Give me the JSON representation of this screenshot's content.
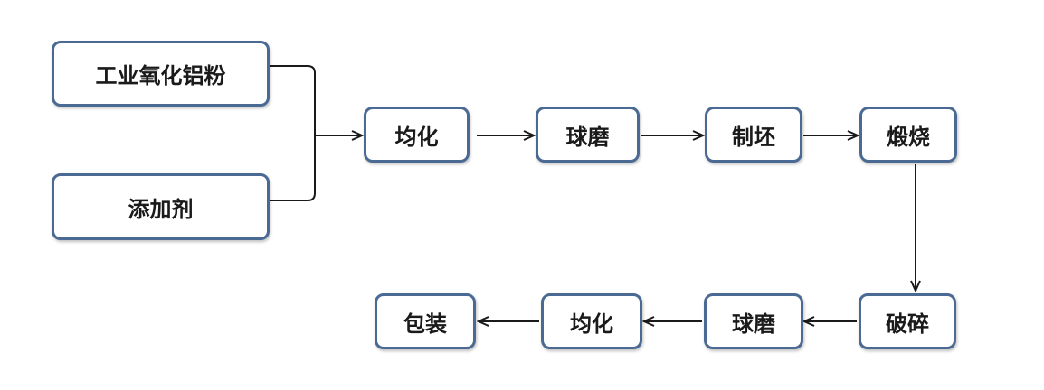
{
  "colors": {
    "border": "#4a6a94",
    "line": "#1a1a1a",
    "text": "#1a1a1a",
    "background": "#ffffff"
  },
  "nodes": {
    "raw_alumina": "工业氧化铝粉",
    "additive": "添加剂",
    "homogenize_1": "均化",
    "ball_mill_1": "球磨",
    "forming": "制坯",
    "calcination": "煅烧",
    "crushing": "破碎",
    "ball_mill_2": "球磨",
    "homogenize_2": "均化",
    "packaging": "包装"
  }
}
